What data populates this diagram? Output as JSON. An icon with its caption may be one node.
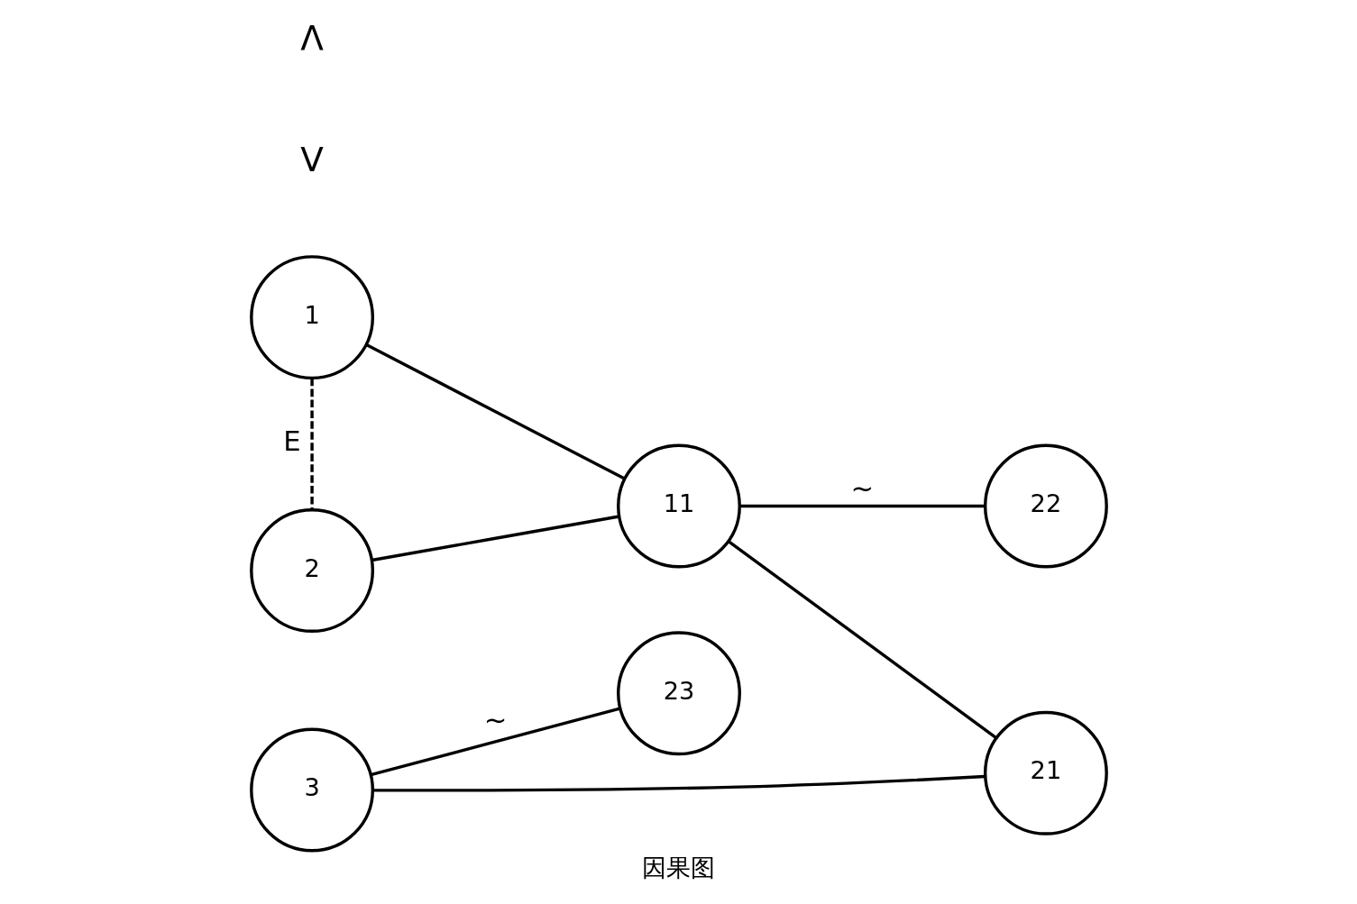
{
  "diagram": {
    "caption": "因果图",
    "nodes": [
      {
        "text": [
          "1"
        ]
      },
      {
        "text": [
          "2"
        ]
      },
      {
        "text": [
          "3"
        ]
      },
      {
        "text": [
          "11"
        ]
      },
      {
        "text": [
          "22"
        ]
      },
      {
        "text": [
          "21"
        ]
      },
      {
        "text": [
          "23"
        ]
      }
    ],
    "edges": [
      {
        "from": 0,
        "to": 3,
        "arrow": "none"
      },
      {
        "from": 1,
        "to": 3,
        "arrow": "none"
      },
      {
        "from": 3,
        "to": 4,
        "arrow": "none",
        "label": "~"
      },
      {
        "from": 3,
        "to": 5,
        "arrow": "none"
      },
      {
        "from": 2,
        "to": 5,
        "arrow": "none"
      },
      {
        "from": 2,
        "to": 6,
        "arrow": "none",
        "label": "~"
      },
      {
        "from": 0,
        "to": 1,
        "arrow": "none",
        "style": "dashed",
        "label": "E"
      }
    ],
    "labels": [
      "V",
      "Λ"
    ]
  }
}
